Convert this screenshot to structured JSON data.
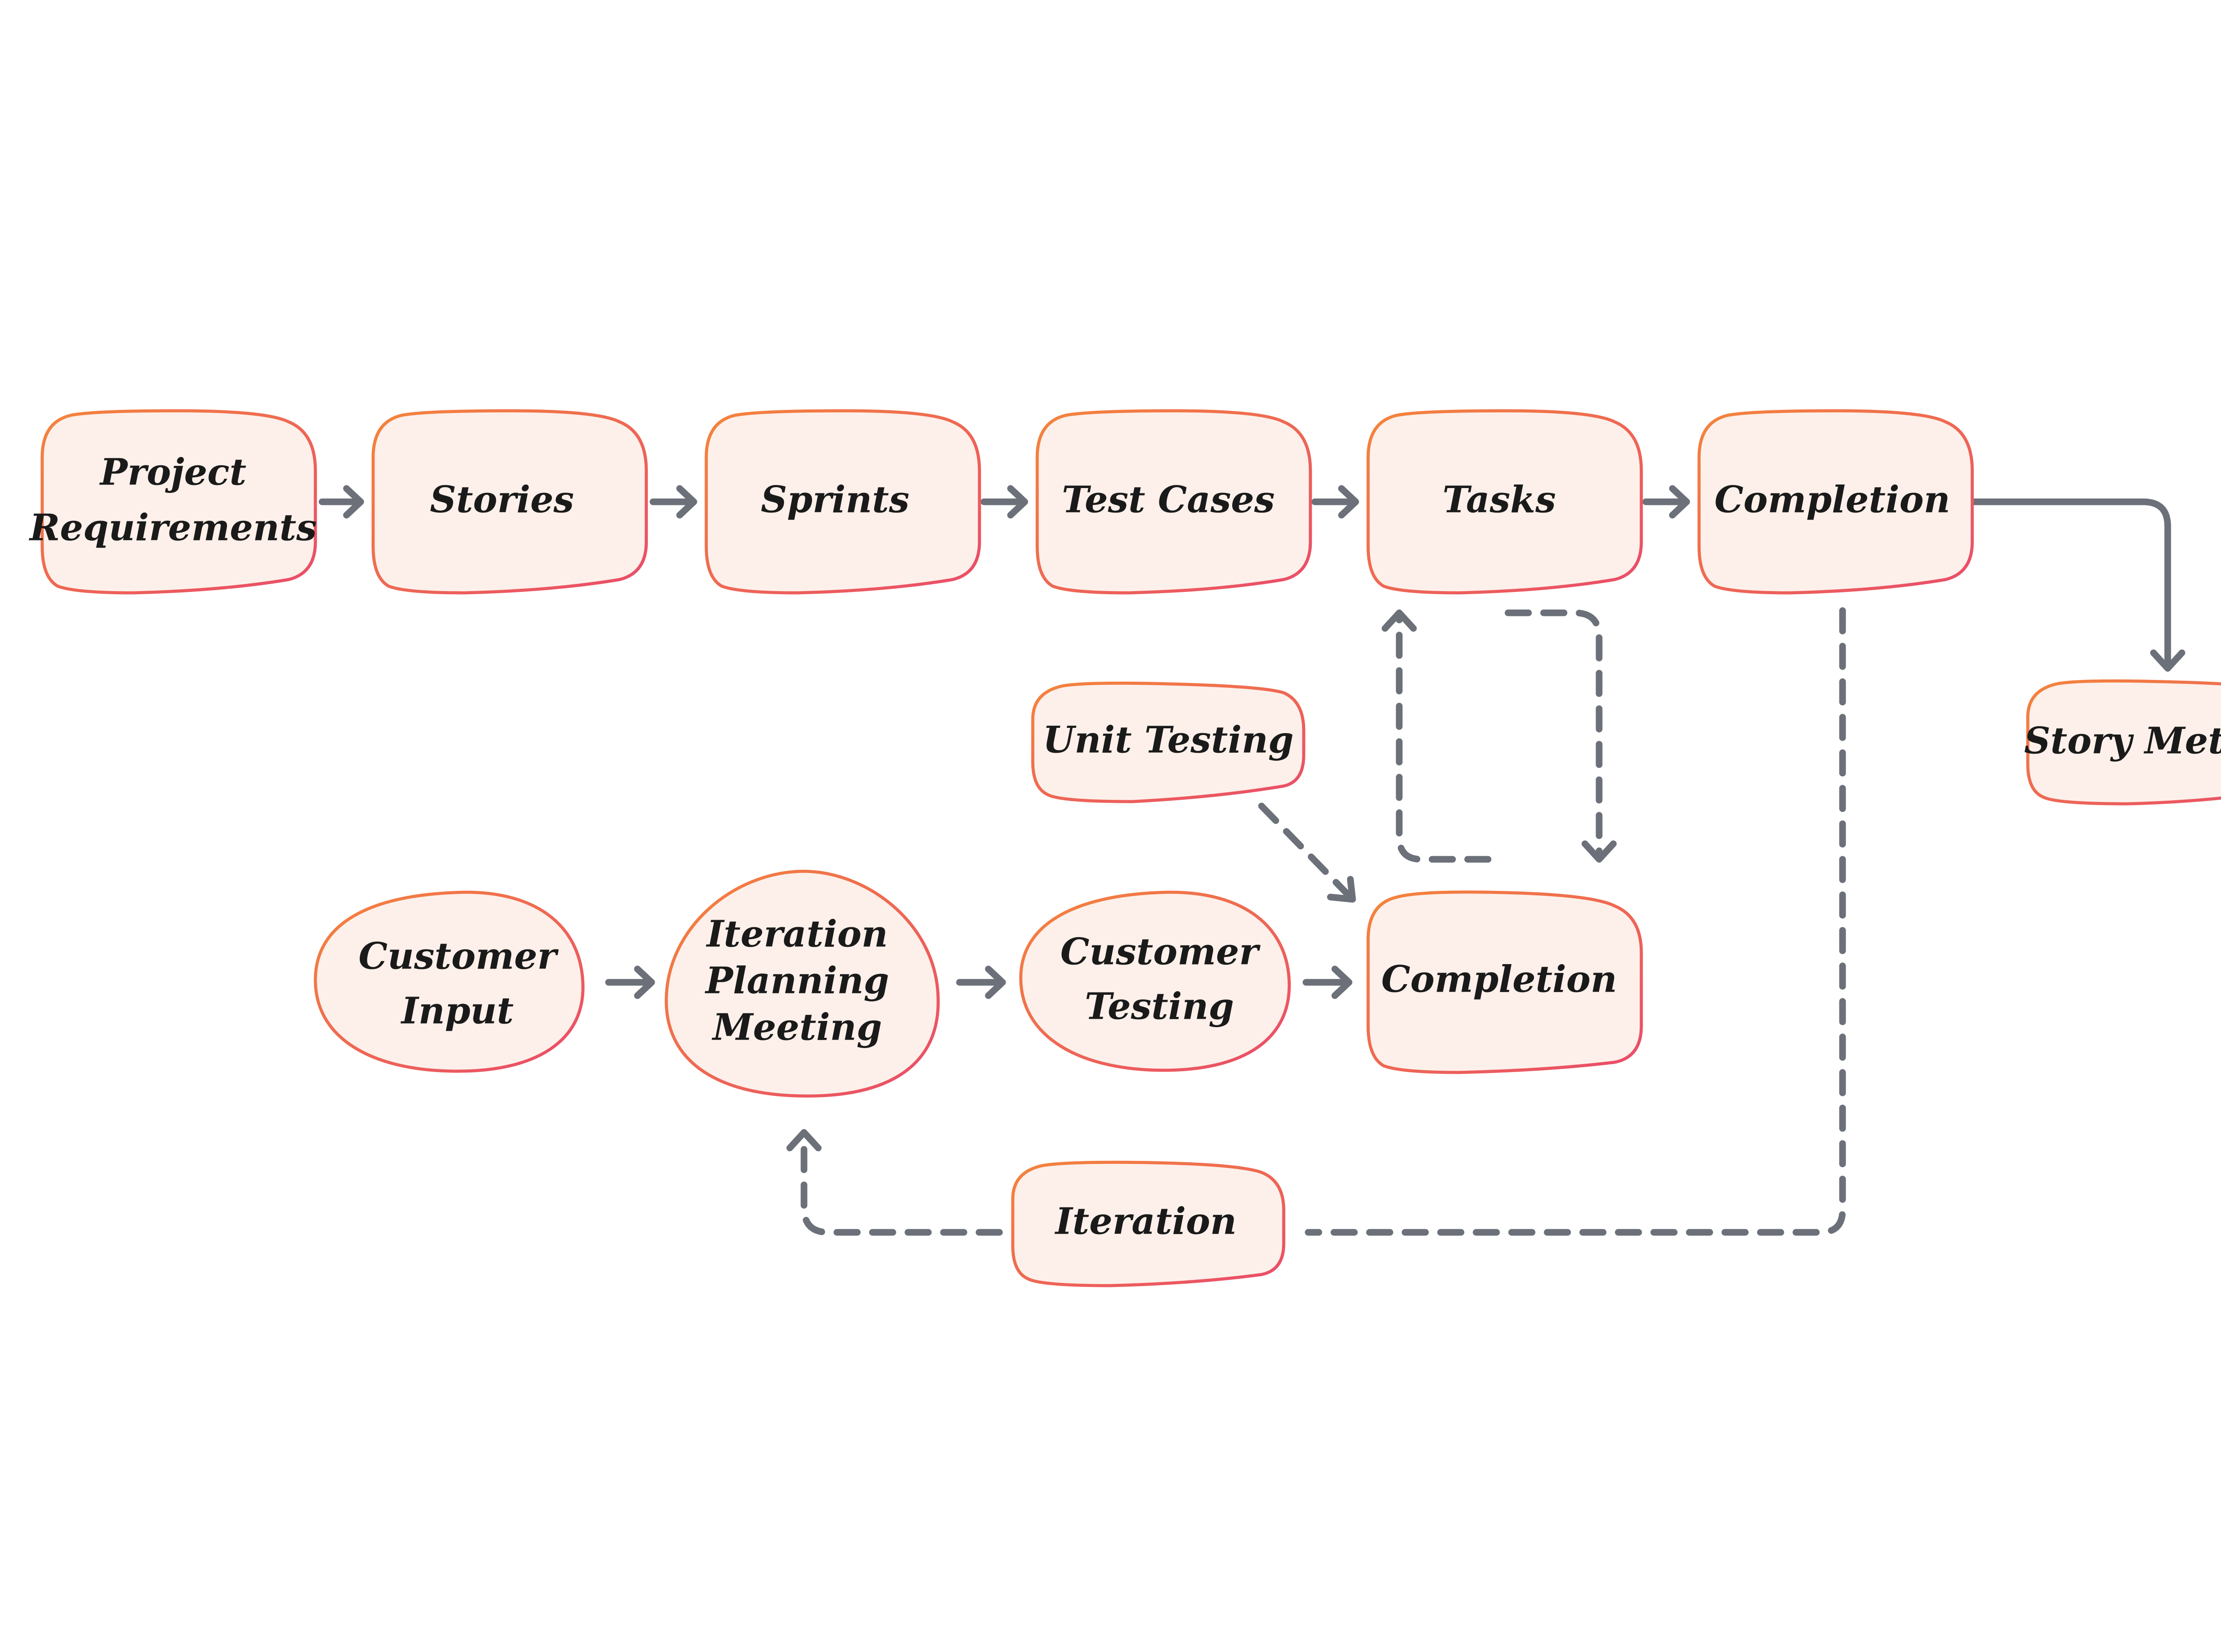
{
  "diagram": {
    "colors": {
      "node_fill": "#fdf0ea",
      "node_stroke_start": "#f4853b",
      "node_stroke_end": "#e94b6b",
      "edge": "#6b7079",
      "background": "#ffffff"
    },
    "nodes": {
      "project_requirements": {
        "lines": [
          "Project",
          "Requirements"
        ]
      },
      "stories": {
        "lines": [
          "Stories"
        ]
      },
      "sprints": {
        "lines": [
          "Sprints"
        ]
      },
      "test_cases": {
        "lines": [
          "Test Cases"
        ]
      },
      "tasks": {
        "lines": [
          "Tasks"
        ]
      },
      "completion_top": {
        "lines": [
          "Completion"
        ]
      },
      "story_metrics": {
        "lines": [
          "Story Metrics"
        ]
      },
      "unit_testing": {
        "lines": [
          "Unit Testing"
        ]
      },
      "customer_input": {
        "lines": [
          "Customer",
          "Input"
        ]
      },
      "iteration_planning_meeting": {
        "lines": [
          "Iteration",
          "Planning",
          "Meeting"
        ]
      },
      "customer_testing": {
        "lines": [
          "Customer",
          "Testing"
        ]
      },
      "completion_bottom": {
        "lines": [
          "Completion"
        ]
      },
      "iteration": {
        "lines": [
          "Iteration"
        ]
      }
    },
    "edges": [
      {
        "from": "Project Requirements",
        "to": "Stories",
        "style": "solid"
      },
      {
        "from": "Stories",
        "to": "Sprints",
        "style": "solid"
      },
      {
        "from": "Sprints",
        "to": "Test Cases",
        "style": "solid"
      },
      {
        "from": "Test Cases",
        "to": "Tasks",
        "style": "solid"
      },
      {
        "from": "Tasks",
        "to": "Completion",
        "style": "solid"
      },
      {
        "from": "Completion",
        "to": "Story Metrics",
        "style": "solid"
      },
      {
        "from": "Customer Input",
        "to": "Iteration Planning Meeting",
        "style": "solid"
      },
      {
        "from": "Iteration Planning Meeting",
        "to": "Customer Testing",
        "style": "solid"
      },
      {
        "from": "Customer Testing",
        "to": "Completion",
        "style": "solid"
      },
      {
        "from": "Unit Testing",
        "to": "Completion",
        "style": "dashed"
      },
      {
        "from": "Tasks",
        "to": "Completion",
        "style": "dashed"
      },
      {
        "from": "Completion",
        "to": "Tasks",
        "style": "dashed"
      },
      {
        "from": "Completion",
        "to": "Iteration",
        "style": "dashed"
      },
      {
        "from": "Iteration",
        "to": "Iteration Planning Meeting",
        "style": "dashed"
      }
    ]
  }
}
